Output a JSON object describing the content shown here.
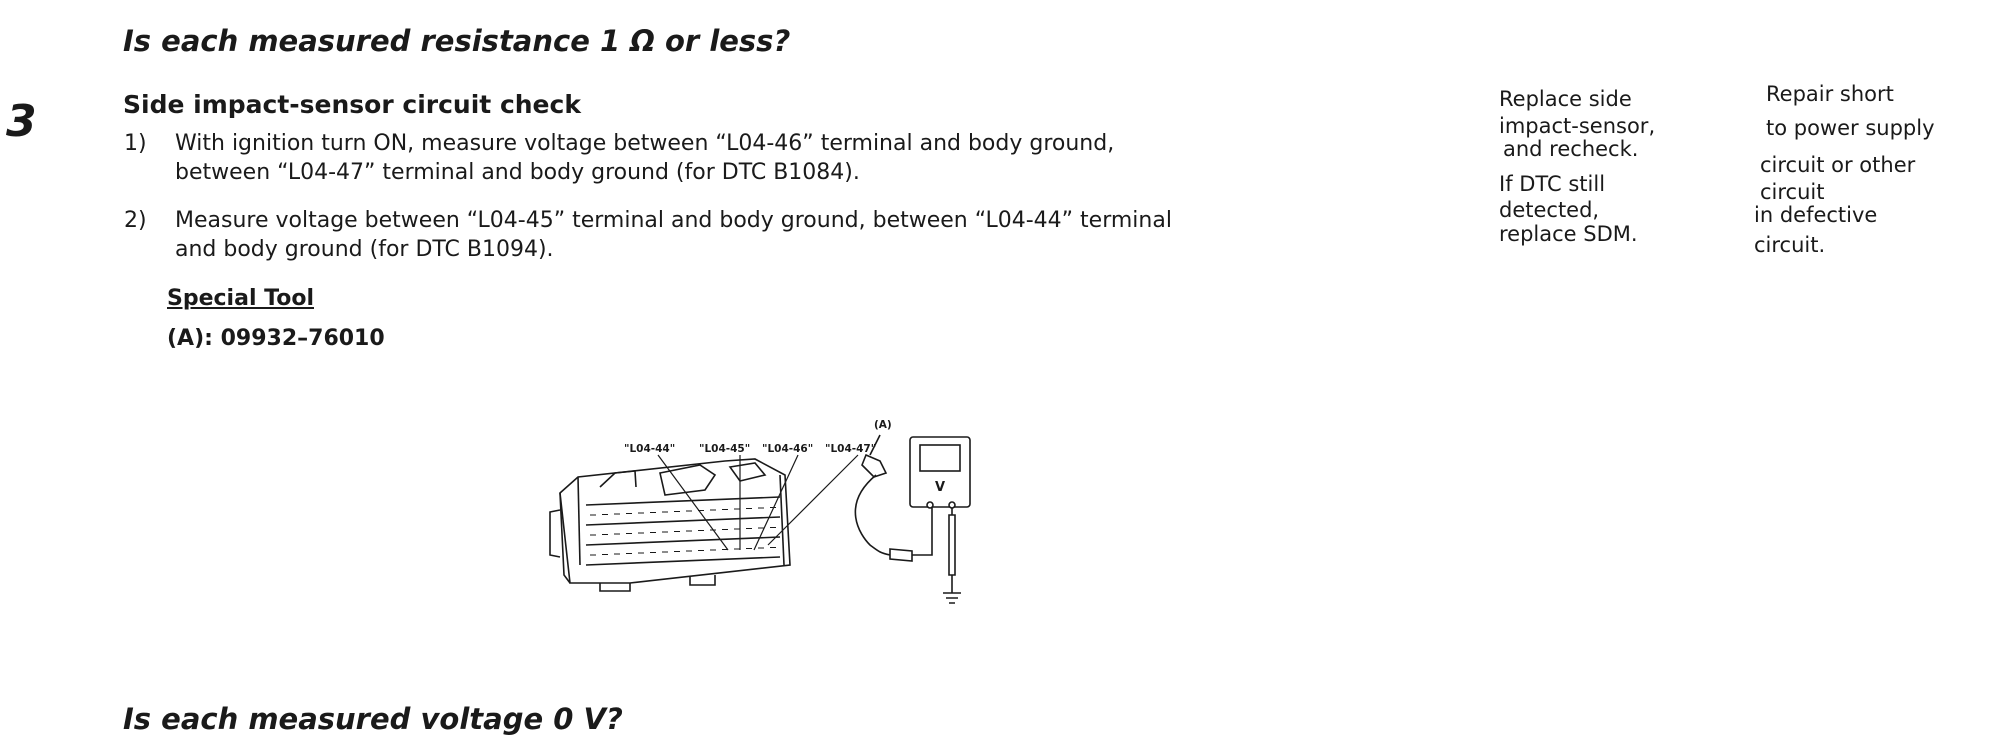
{
  "question_resistance": "Is each measured resistance 1 Ω or less?",
  "step": {
    "number": "3",
    "title": "Side impact-sensor circuit check",
    "items": [
      {
        "num": "1)",
        "lines": [
          "With ignition turn ON, measure voltage between “L04-46” terminal and body ground,",
          "between “L04-47” terminal and body ground (for DTC B1084)."
        ]
      },
      {
        "num": "2)",
        "lines": [
          "Measure voltage between “L04-45” terminal and body ground, between “L04-44” terminal",
          "and body ground (for DTC B1094)."
        ]
      }
    ],
    "special_tool_label": "Special Tool",
    "special_tool_code": "(A): 09932–76010"
  },
  "diagram": {
    "labels": [
      "\"L04-44\"",
      "\"L04-45\"",
      "\"L04-46\"",
      "\"L04-47\""
    ],
    "tool_label": "(A)",
    "meter_label": "V"
  },
  "yes_action": [
    "Replace side",
    "impact-sensor,",
    "and recheck.",
    "If DTC still",
    "detected,",
    "replace SDM."
  ],
  "no_action": [
    "Repair short",
    "to power supply",
    "circuit or other",
    "circuit",
    "in defective",
    "circuit."
  ],
  "question_voltage": "Is each measured voltage 0 V?"
}
